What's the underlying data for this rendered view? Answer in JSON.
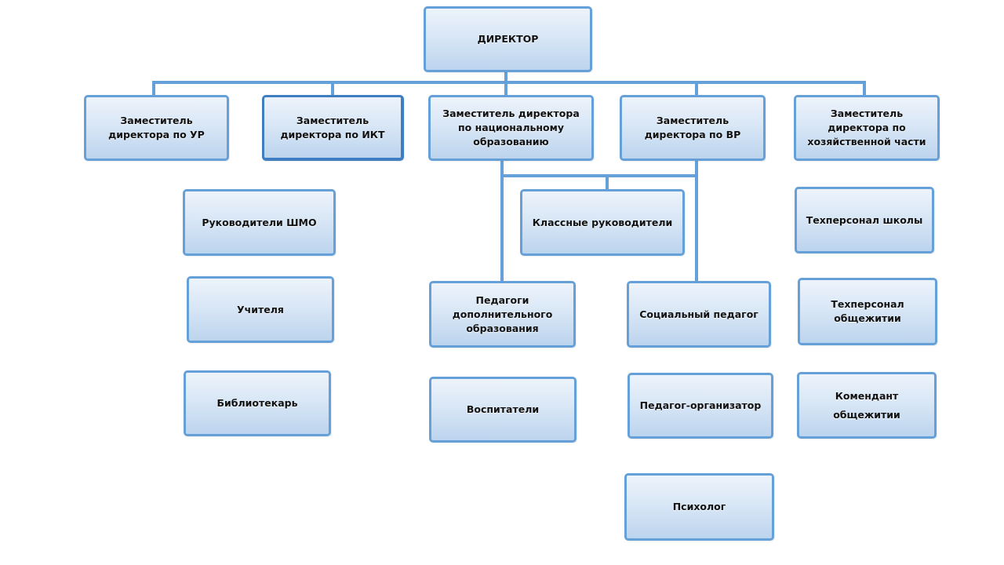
{
  "diagram": {
    "type": "org-chart",
    "nodes": {
      "director": "ДИРЕКТОР",
      "deputy_ur": "Заместитель директора по УР",
      "deputy_ikt": "Заместитель директора по ИКТ",
      "deputy_national": "Заместитель директора по национальному образованию",
      "deputy_vr": "Заместитель директора по ВР",
      "deputy_household": "Заместитель директора по хозяйственной части",
      "shmo_heads": "Руководители ШМО",
      "teachers": "Учителя",
      "librarian": "Библиотекарь",
      "class_teachers": "Классные руководители",
      "additional_ed_teachers": "Педагоги дополнительного образования",
      "educators": "Воспитатели",
      "social_pedagogue": "Социальный педагог",
      "pedagogue_organizer": "Педагог-организатор",
      "psychologist": "Психолог",
      "school_staff": "Техперсонал школы",
      "dorm_staff": "Техперсонал общежитии",
      "dorm_commandant": "Комендант общежитии"
    },
    "colors": {
      "border": "#66a0d8",
      "fill_top": "#edf3fb",
      "fill_bottom": "#bcd4ee",
      "connector": "#66a0d8"
    }
  }
}
